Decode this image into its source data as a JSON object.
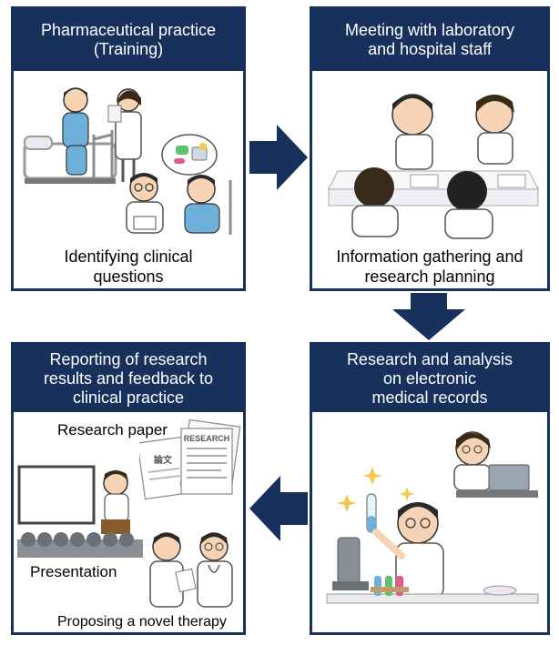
{
  "panels": {
    "p1": {
      "title_l1": "Pharmaceutical practice",
      "title_l2": "(Training)",
      "caption_l1": "Identifying clinical",
      "caption_l2": "questions"
    },
    "p2": {
      "title_l1": "Meeting with laboratory",
      "title_l2": "and hospital staff",
      "caption_l1": "Information gathering and",
      "caption_l2": "research planning"
    },
    "p3": {
      "title_l1": "Research and analysis",
      "title_l2": "on electronic",
      "title_l3": "medical records"
    },
    "p4": {
      "title_l1": "Reporting of research",
      "title_l2": "results and feedback to",
      "title_l3": "clinical practice",
      "label_paper": "Research paper",
      "label_presentation": "Presentation",
      "label_therapy": "Proposing a novel therapy",
      "paper_heading": "RESEARCH",
      "paper_kanji": "論文"
    }
  },
  "colors": {
    "navy": "#17305c",
    "arrow": "#17305c"
  }
}
